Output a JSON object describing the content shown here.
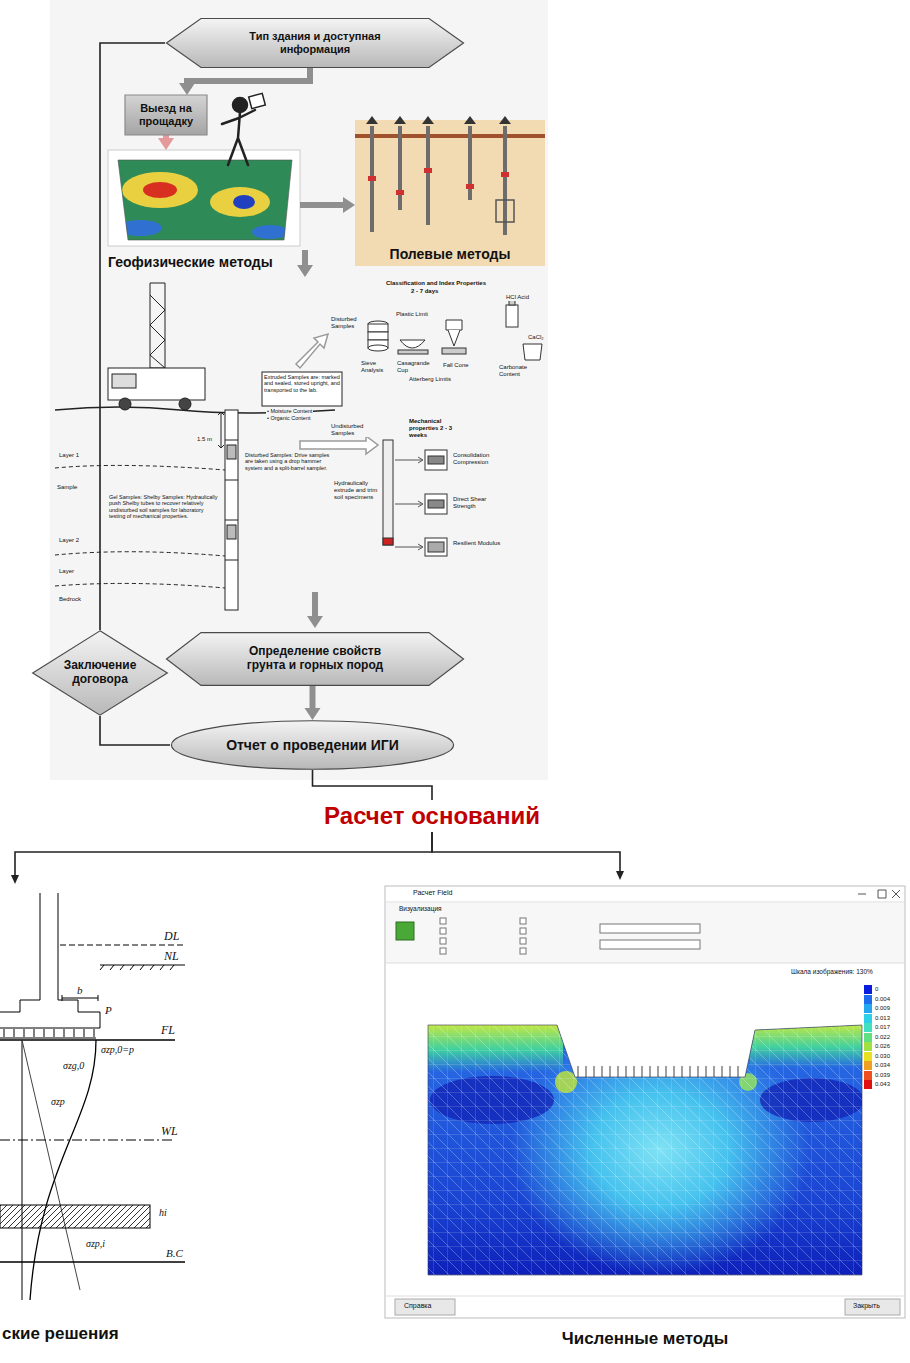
{
  "diagram": {
    "nodes": [
      {
        "text": [
          "Тип здания и доступная информация"
        ]
      },
      {
        "text": [
          "Выезд на прощадку"
        ]
      },
      {
        "text": [
          "Геофизические методы"
        ]
      },
      {
        "text": [
          "Полевые методы"
        ]
      },
      {
        "text": [
          "Определение свойств грунта и горных пород"
        ]
      },
      {
        "text": [
          "Заключение договора"
        ]
      },
      {
        "text": [
          "Отчет о проведении ИГИ"
        ]
      },
      {
        "text": [
          "Расчет оснований"
        ]
      },
      {
        "text": [
          "ские решения"
        ]
      },
      {
        "text": [
          "Численные методы"
        ]
      }
    ],
    "edges": [
      {
        "from": 0,
        "to": 1,
        "arrow": "to"
      },
      {
        "from": 1,
        "to": 2,
        "arrow": "to"
      },
      {
        "from": 2,
        "to": 3,
        "arrow": "to"
      },
      {
        "from": 0,
        "to": 5,
        "arrow": "none"
      },
      {
        "from": 5,
        "to": 6,
        "arrow": "none"
      },
      {
        "from": 4,
        "to": 6,
        "arrow": "to"
      },
      {
        "from": 6,
        "to": 7,
        "arrow": "none"
      },
      {
        "from": 7,
        "to": 8,
        "arrow": "to"
      },
      {
        "from": 7,
        "to": 9,
        "arrow": "to"
      }
    ],
    "labels": [
      "Classification and Index Properties",
      "2 - 7 days",
      "Disturbed Samples",
      "Plastic Limit",
      "HCl Acid",
      "Sieve Analysis",
      "Casagrande Cup",
      "Fall Cone",
      "Atterberg Limits",
      "Carbonate Content",
      "CaCl₂",
      "Extruded Samples are: marked and sealed, stored upright, and transported to the lab.",
      "• Moisture Content",
      "• Organic Content",
      "Undisturbed Samples",
      "Mechanical properties 2 - 3 weeks",
      "Consolidation Compression",
      "Direct Shear Strength",
      "Hydraulically extrude and trim soil specimens",
      "Resilient Modulus",
      "Layer 1",
      "1.5 m",
      "Sample",
      "Disturbed Samples: Drive samples are taken using a drop hammer system and a split-barrel sampler.",
      "Gel Samples: Shelby Samples: Hydraulically push Shelby tubes to recover relatively undisturbed soil samples for laboratory testing of mechanical properties.",
      "Layer 2",
      "Layer",
      "Bedrock",
      "DL",
      "NL",
      "b",
      "P",
      "FL",
      "σzp,0=p",
      "σzg,0",
      "σzp",
      "WL",
      "hi",
      "σzp,i",
      "B.C",
      "Расчет Field",
      "Визуализация",
      "Шкала изображения: 130%",
      "Справка",
      "Закрыть"
    ],
    "legend": [
      {
        "text": "0",
        "color": "#0a1ee0"
      },
      {
        "text": "0.004",
        "color": "#1e6cf0"
      },
      {
        "text": "0.009",
        "color": "#22a8f0"
      },
      {
        "text": "0.013",
        "color": "#2cd0e8"
      },
      {
        "text": "0.017",
        "color": "#40e0c0"
      },
      {
        "text": "0.022",
        "color": "#60e080"
      },
      {
        "text": "0.026",
        "color": "#a0e040"
      },
      {
        "text": "0.030",
        "color": "#e8e020"
      },
      {
        "text": "0.034",
        "color": "#f0a020"
      },
      {
        "text": "0.039",
        "color": "#f05020"
      },
      {
        "text": "0.043",
        "color": "#e01010"
      }
    ]
  }
}
